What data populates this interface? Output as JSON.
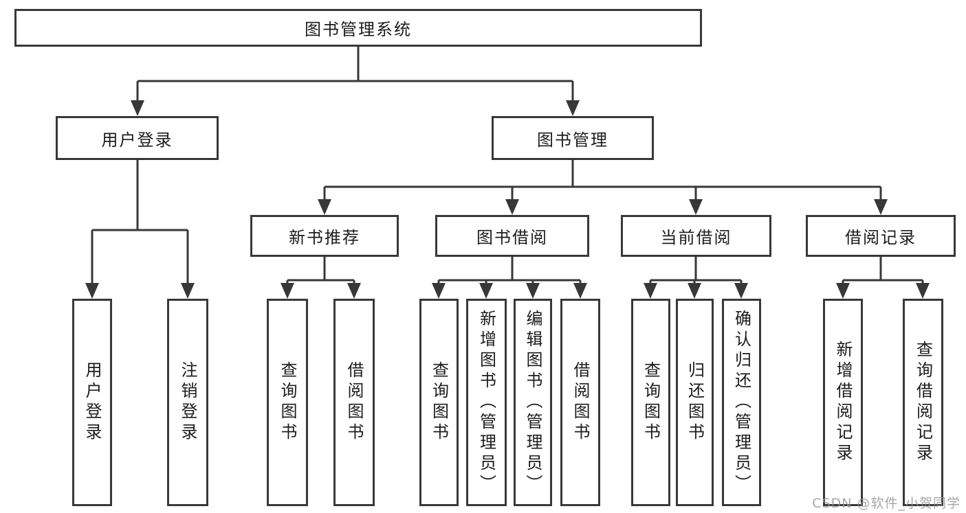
{
  "diagram": {
    "root": {
      "label": "图书管理系统"
    },
    "level2": [
      {
        "label": "用户登录"
      },
      {
        "label": "图书管理"
      }
    ],
    "level3": [
      {
        "label": "新书推荐"
      },
      {
        "label": "图书借阅"
      },
      {
        "label": "当前借阅"
      },
      {
        "label": "借阅记录"
      }
    ],
    "leaves": {
      "user": [
        "用户登录",
        "注销登录"
      ],
      "recommend": [
        "查询图书",
        "借阅图书"
      ],
      "borrow": [
        "查询图书",
        "新增图书（管理员）",
        "编辑图书（管理员）",
        "借阅图书"
      ],
      "current": [
        "查询图书",
        "归还图书",
        "确认归还（管理员）"
      ],
      "records": [
        "新增借阅记录",
        "查询借阅记录"
      ]
    }
  },
  "watermark": {
    "text": "CSDN @软件_小贺同学"
  },
  "colors": {
    "line": "#383838",
    "text": "#1c1c1c",
    "watermark": "#919191",
    "background": "#ffffff"
  }
}
